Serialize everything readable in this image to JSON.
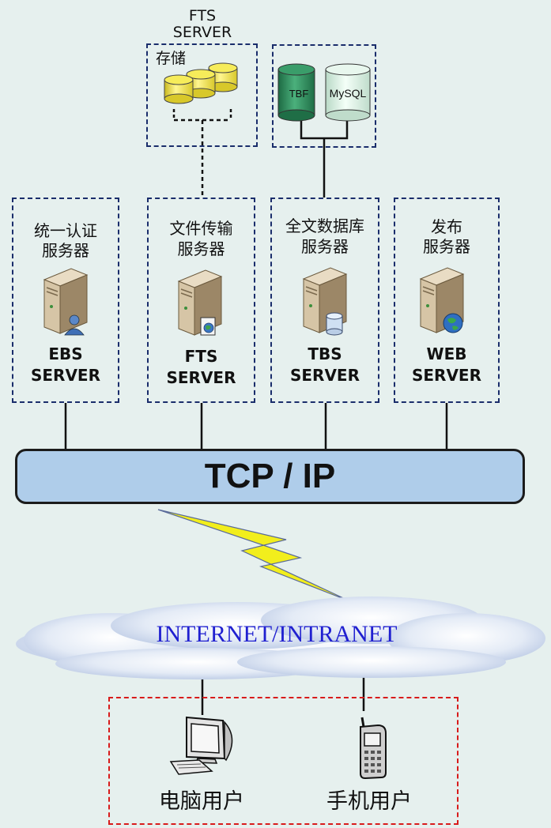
{
  "storage_group": {
    "title_line1": "FTS",
    "title_line2": "SERVER",
    "label": "存储"
  },
  "db_group": {
    "tbf_label": "TBF",
    "mysql_label": "MySQL"
  },
  "servers": [
    {
      "cn_line1": "统一认证",
      "cn_line2": "服务器",
      "en_line1": "EBS",
      "en_line2": "SERVER",
      "icon": "user-icon"
    },
    {
      "cn_line1": "文件传输",
      "cn_line2": "服务器",
      "en_line1": "FTS",
      "en_line2": "SERVER",
      "icon": "document-globe-icon"
    },
    {
      "cn_line1": "全文数据库",
      "cn_line2": "服务器",
      "en_line1": "TBS",
      "en_line2": "SERVER",
      "icon": "database-icon"
    },
    {
      "cn_line1": "发布",
      "cn_line2": "服务器",
      "en_line1": "WEB",
      "en_line2": "SERVER",
      "icon": "globe-icon"
    }
  ],
  "network_bar": "TCP / IP",
  "cloud_label": "INTERNET/INTRANET",
  "clients": [
    {
      "label": "电脑用户",
      "icon": "computer-icon"
    },
    {
      "label": "手机用户",
      "icon": "mobile-phone-icon"
    }
  ],
  "colors": {
    "background": "#e6f0ee",
    "box_border": "#1a2d6b",
    "client_border": "#d81b1b",
    "tcp_fill": "#afcdea",
    "cloud_text": "#2020d0",
    "tbf_fill": "#2f8f5e",
    "mysql_fill": "#d8f0e2",
    "storage_fill": "#f2e64a"
  }
}
